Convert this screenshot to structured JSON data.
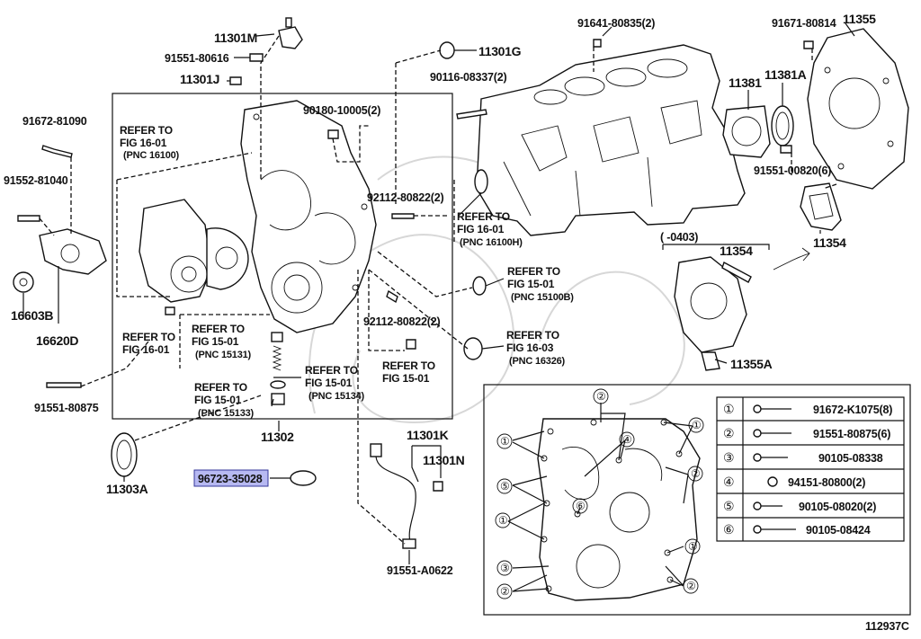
{
  "diagram": {
    "figure_code": "112937C",
    "parts": {
      "p11301M": "11301M",
      "p91551_80616": "91551-80616",
      "p11301J": "11301J",
      "p11301G": "11301G",
      "p91641": "91641-80835(2)",
      "p91671": "91671-80814",
      "p11355": "11355",
      "p90116": "90116-08337(2)",
      "p11381": "11381",
      "p11381A": "11381A",
      "p91672_81090": "91672-81090",
      "p90180": "90180-10005(2)",
      "p91551_00820": "91551-00820(6)",
      "p91552": "91552-81040",
      "p92112_top": "92112-80822(2)",
      "p11354_a": "11354",
      "p11354_b": "11354",
      "p92112_mid": "92112-80822(2)",
      "p16603B": "16603B",
      "p16620D": "16620D",
      "p11355A": "11355A",
      "p91551_80875": "91551-80875",
      "p11302": "11302",
      "p11301K": "11301K",
      "p11301N": "11301N",
      "p11303A": "11303A",
      "p96723": "96723-35028",
      "p91551_A0622": "91551-A0622"
    },
    "refs": {
      "r1": [
        "REFER TO",
        "FIG 16-01",
        "(PNC 16100)"
      ],
      "r2": [
        "REFER TO",
        "FIG 16-01",
        "(PNC 16100H)"
      ],
      "r3": [
        "REFER TO",
        "FIG 15-01",
        "(PNC 15100B)"
      ],
      "r4": [
        "REFER TO",
        "FIG 16-01"
      ],
      "r5": [
        "REFER TO",
        "FIG 15-01",
        "(PNC 15131)"
      ],
      "r6": [
        "REFER TO",
        "FIG 16-03",
        "(PNC 16326)"
      ],
      "r7": [
        "REFER TO",
        "FIG 15-01"
      ],
      "r8": [
        "REFER TO",
        "FIG 15-01",
        "(PNC 15134)"
      ],
      "r9": [
        "REFER TO",
        "FIG 15-01",
        "(PNC 15133)"
      ]
    },
    "date_range": "( -0403)",
    "legend": [
      {
        "num": "①",
        "part": "91672-K1075(8)"
      },
      {
        "num": "②",
        "part": "91551-80875(6)"
      },
      {
        "num": "③",
        "part": "90105-08338"
      },
      {
        "num": "④",
        "part": "94151-80800(2)"
      },
      {
        "num": "⑤",
        "part": "90105-08020(2)"
      },
      {
        "num": "⑥",
        "part": "90105-08424"
      }
    ],
    "callouts": {
      "c1": "①",
      "c2": "②",
      "c3": "③",
      "c4": "④",
      "c5": "⑤",
      "c6": "⑥"
    },
    "highlight_color": "#b7b9f2"
  }
}
